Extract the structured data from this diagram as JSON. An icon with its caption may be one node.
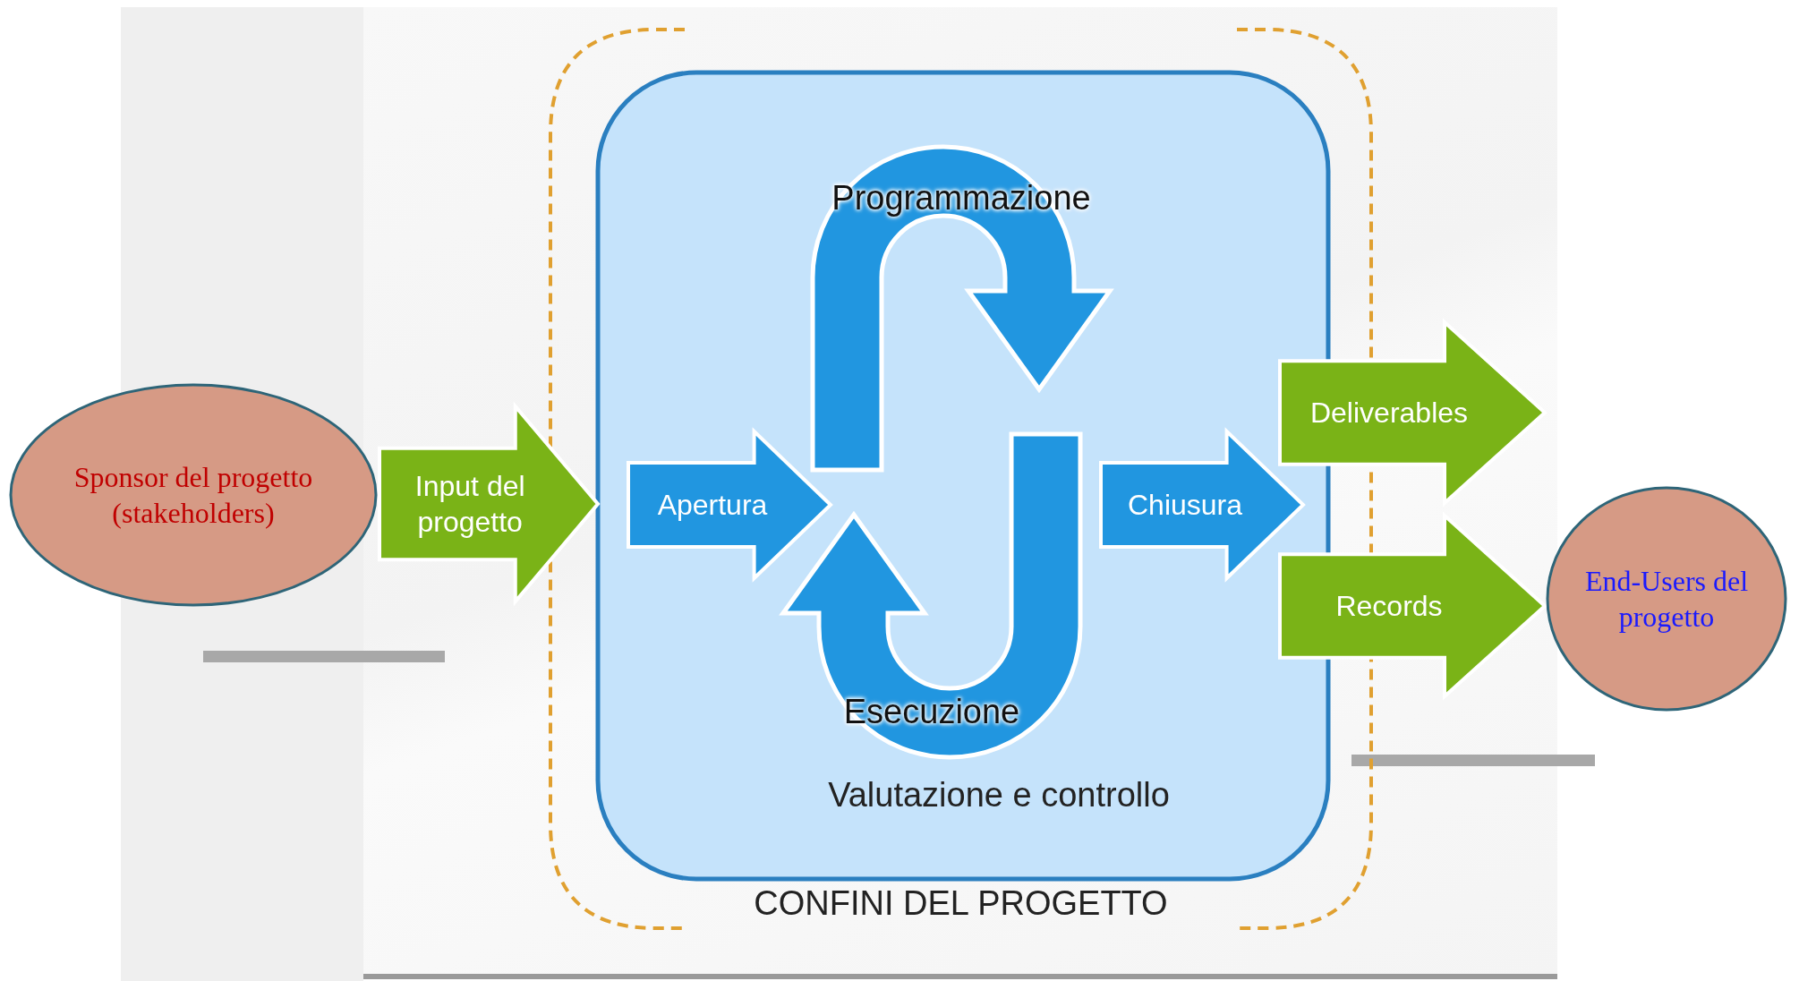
{
  "diagram": {
    "nodes": [
      {
        "text": [
          "Sponsor del progetto (stakeholders)"
        ]
      },
      {
        "text": [
          "CONFINI DEL PROGETTO"
        ]
      },
      {
        "text": [
          "Valutazione e controllo"
        ],
        "in": 1
      },
      {
        "text": [
          "Input del progetto"
        ]
      },
      {
        "text": [
          "Apertura"
        ],
        "in": 2
      },
      {
        "text": [
          "Programmazione"
        ],
        "in": 2
      },
      {
        "text": [
          "Esecuzione"
        ],
        "in": 2
      },
      {
        "text": [
          "Chiusura"
        ],
        "in": 2
      },
      {
        "text": [
          "Deliverables"
        ]
      },
      {
        "text": [
          "Records"
        ]
      },
      {
        "text": [
          "End-Users del progetto"
        ]
      }
    ]
  }
}
